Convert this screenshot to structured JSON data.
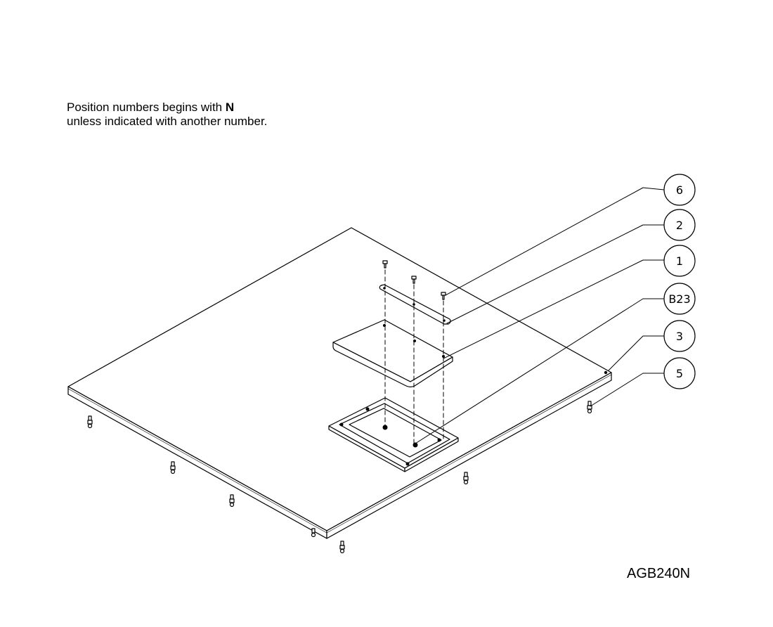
{
  "note": {
    "line1_prefix": "Position numbers begins with ",
    "line1_letter": "N",
    "line2": "unless indicated with another number."
  },
  "drawing_code": "AGB240N",
  "balloons": [
    "6",
    "2",
    "1",
    "B23",
    "3",
    "5"
  ]
}
